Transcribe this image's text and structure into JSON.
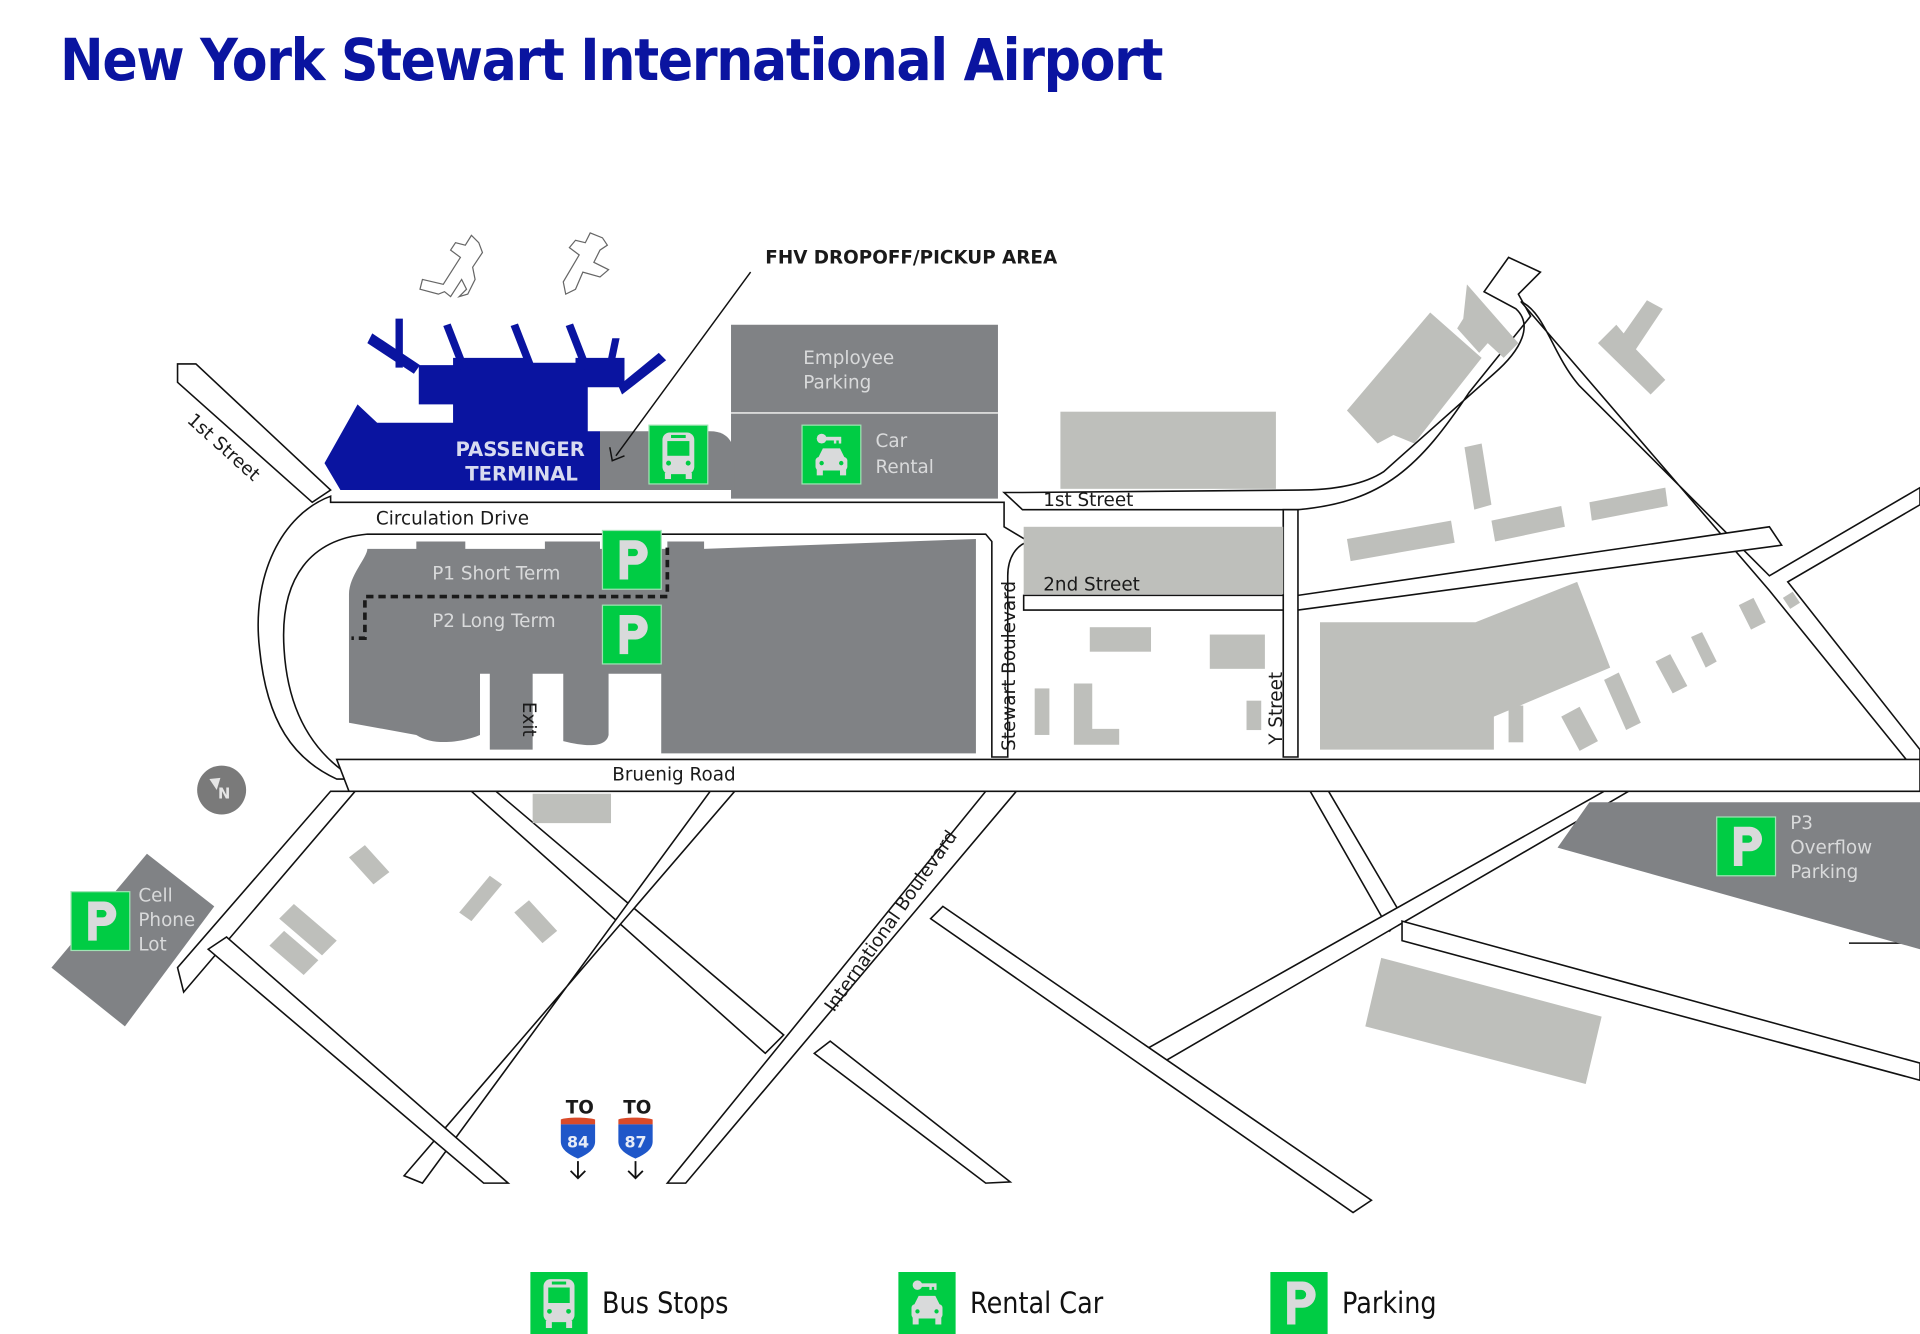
{
  "title": "New York Stewart International Airport",
  "colors": {
    "title": "#0a14a0",
    "terminal": "#0a14a0",
    "parking_lot": "#808285",
    "building": "#bebfbb",
    "icon_green": "#00cc44",
    "icon_glyph": "#d9dadb",
    "interstate_red": "#d94a2a",
    "interstate_blue": "#1f57c9"
  },
  "map": {
    "callout": "FHV DROPOFF/PICKUP AREA",
    "terminal": {
      "line1": "PASSENGER",
      "line2": "TERMINAL"
    },
    "employee_parking": {
      "line1": "Employee",
      "line2": "Parking"
    },
    "car_rental": {
      "line1": "Car",
      "line2": "Rental"
    },
    "p1": "P1 Short Term",
    "p2": "P2 Long Term",
    "p3": {
      "line1": "P3",
      "line2": "Overflow",
      "line3": "Parking"
    },
    "cell_lot": {
      "line1": "Cell",
      "line2": "Phone",
      "line3": "Lot"
    },
    "roads": {
      "first_street_nw": "1st Street",
      "first_street": "1st Street",
      "circulation_drive": "Circulation Drive",
      "second_street": "2nd Street",
      "stewart_blvd": "Stewart Boulevard",
      "y_street": "Y Street",
      "exit": "Exit",
      "bruenig_road": "Bruenig Road",
      "international_blvd": "International Boulevard"
    },
    "north_arrow": "N",
    "parking_glyph": "P",
    "interstates": [
      {
        "to": "TO",
        "number": "84"
      },
      {
        "to": "TO",
        "number": "87"
      }
    ]
  },
  "legend": {
    "items": [
      {
        "icon": "bus-icon",
        "label": "Bus Stops"
      },
      {
        "icon": "rental-car-icon",
        "label": "Rental Car"
      },
      {
        "icon": "parking-icon",
        "label": "Parking"
      }
    ]
  }
}
